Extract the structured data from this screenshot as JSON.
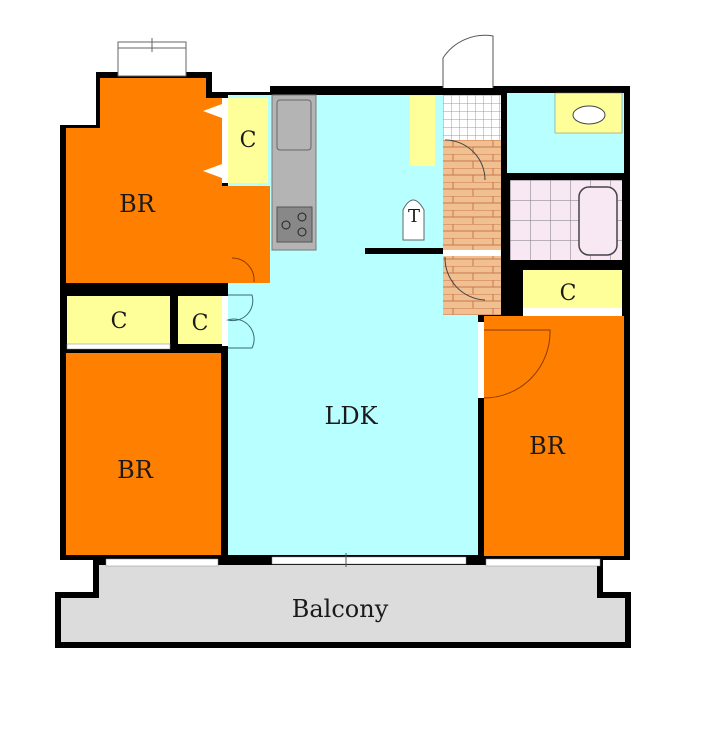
{
  "diagram": {
    "type": "floor-plan",
    "colors": {
      "bedroom": "#ff8000",
      "ldk": "#b8ffff",
      "closet": "#ffff99",
      "balcony": "#dcdcdc",
      "entrance_floor": "#f0c090",
      "bath_floor": "#f8e8f4",
      "kitchen_counter": "#b4b4b4",
      "wall": "#000000"
    },
    "rooms": [
      {
        "id": "br-northwest",
        "label": "BR",
        "type": "bedroom"
      },
      {
        "id": "br-southwest",
        "label": "BR",
        "type": "bedroom"
      },
      {
        "id": "br-east",
        "label": "BR",
        "type": "bedroom"
      },
      {
        "id": "ldk",
        "label": "LDK",
        "type": "living-dining-kitchen"
      },
      {
        "id": "toilet",
        "label": "T",
        "type": "toilet"
      },
      {
        "id": "balcony",
        "label": "Balcony",
        "type": "balcony"
      },
      {
        "id": "washroom",
        "label": "",
        "type": "washroom"
      },
      {
        "id": "bathroom",
        "label": "",
        "type": "bathroom"
      },
      {
        "id": "entrance",
        "label": "",
        "type": "entrance-hall"
      }
    ],
    "closets": [
      {
        "id": "closet-nw",
        "label": "C"
      },
      {
        "id": "closet-west-large",
        "label": "C"
      },
      {
        "id": "closet-west-small",
        "label": "C"
      },
      {
        "id": "closet-east",
        "label": "C"
      },
      {
        "id": "closet-hall",
        "label": ""
      }
    ]
  }
}
